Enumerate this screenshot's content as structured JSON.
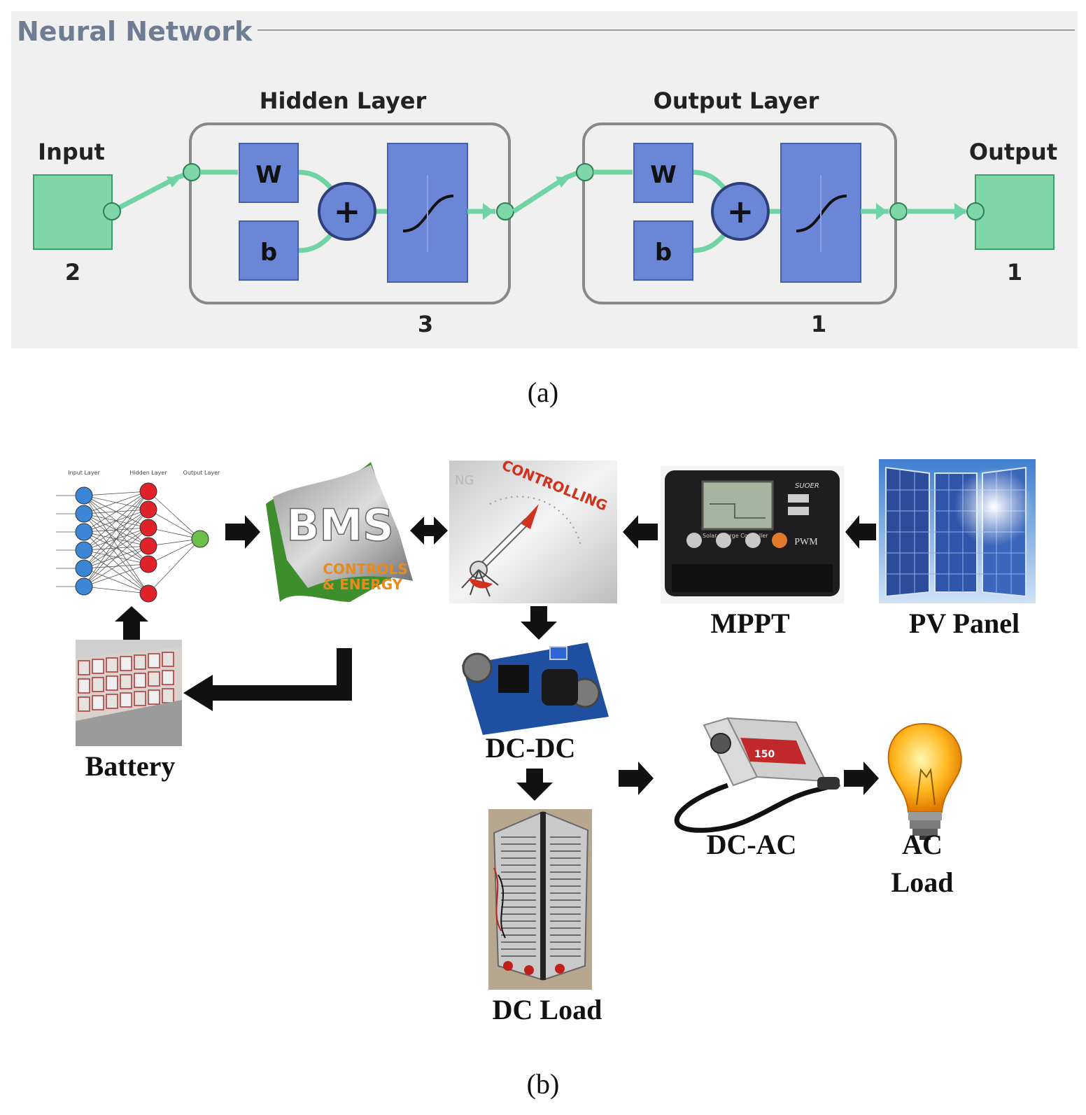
{
  "panel_a": {
    "panel_title": "Neural Network",
    "input_label": "Input",
    "input_size": "2",
    "hidden_title": "Hidden Layer",
    "hidden_size": "3",
    "output_title": "Output Layer",
    "output_size": "1",
    "output_label": "Output",
    "output_count": "1",
    "weight_symbol": "W",
    "bias_symbol": "b",
    "sum_symbol": "+",
    "caption": "(a)"
  },
  "panel_b": {
    "nn_labels": {
      "input_layer": "Input Layer",
      "hidden_layer": "Hidden Layer",
      "output_layer": "Output Layer"
    },
    "bms": {
      "logo": "BMS",
      "sub1": "CONTROLS",
      "sub2": "& ENERGY"
    },
    "controlling": "CONTROLLING",
    "controlling_prefix": "NG",
    "mppt": {
      "brand": "SUOER",
      "screen_text": "Solar Charge Controller",
      "mode": "PWM",
      "label": "MPPT"
    },
    "pv_label": "PV Panel",
    "battery_label": "Battery",
    "dcdc_label": "DC-DC",
    "dcload_label": "DC Load",
    "dcac": {
      "badge": "150",
      "label": "DC-AC"
    },
    "acload": {
      "line1": "AC",
      "line2": "Load"
    },
    "caption": "(b)"
  },
  "colors": {
    "panel_bg": "#f0f0f0",
    "node_green": "#7fd6a6",
    "box_blue": "#6b86d6",
    "wire_green": "#6fd3a4",
    "nn_blue": "#3b86d6",
    "nn_red": "#e0232a",
    "nn_green": "#6cc04a"
  }
}
